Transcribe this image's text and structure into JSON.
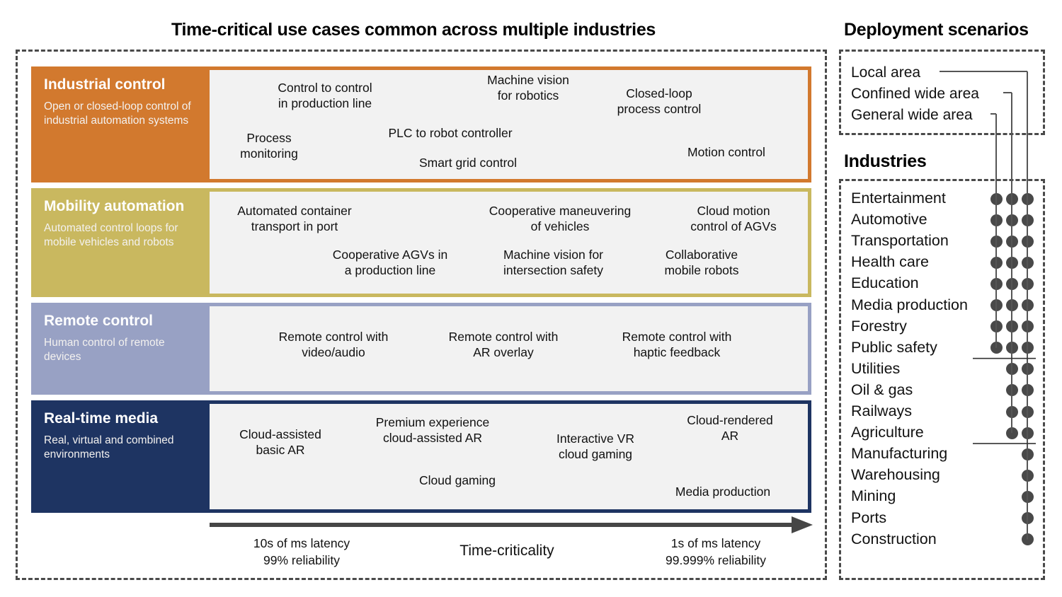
{
  "headings": {
    "left_title": "Time-critical use cases common across multiple industries",
    "deployment_title": "Deployment scenarios",
    "industries_title": "Industries"
  },
  "categories": [
    {
      "id": "industrial",
      "name": "Industrial control",
      "description": "Open or closed-loop control of industrial automation systems",
      "color": "#d2792e",
      "use_cases": [
        "Control to control\nin production line",
        "Machine vision\nfor robotics",
        "Closed-loop\nprocess control",
        "Process\nmonitoring",
        "PLC to robot controller",
        "Smart grid control",
        "Motion control"
      ]
    },
    {
      "id": "mobility",
      "name": "Mobility automation",
      "description": "Automated control loops for mobile vehicles and robots",
      "color": "#c9b85f",
      "use_cases": [
        "Automated container\ntransport in port",
        "Cooperative maneuvering\nof vehicles",
        "Cloud motion\ncontrol of AGVs",
        "Cooperative AGVs in\na production line",
        "Machine vision for\nintersection safety",
        "Collaborative\nmobile robots"
      ]
    },
    {
      "id": "remote",
      "name": "Remote control",
      "description": "Human control of remote devices",
      "color": "#98a1c4",
      "use_cases": [
        "Remote control with\nvideo/audio",
        "Remote control with\nAR overlay",
        "Remote control with\nhaptic feedback"
      ]
    },
    {
      "id": "media",
      "name": "Real-time media",
      "description": "Real, virtual and combined environments",
      "color": "#1e3462",
      "use_cases": [
        "Cloud-assisted\nbasic AR",
        "Premium experience\ncloud-assisted AR",
        "Interactive VR\ncloud gaming",
        "Cloud-rendered\nAR",
        "Cloud gaming",
        "Media production"
      ]
    }
  ],
  "axis": {
    "left_label": "10s of ms latency\n99% reliability",
    "center_label": "Time-criticality",
    "right_label": "1s of ms latency\n99.999% reliability"
  },
  "deployment_scenarios": [
    {
      "label": "Local area",
      "column": 3
    },
    {
      "label": "Confined wide area",
      "column": 2
    },
    {
      "label": "General wide area",
      "column": 1
    }
  ],
  "industries": [
    {
      "label": "Entertainment",
      "dots": [
        1,
        2,
        3
      ]
    },
    {
      "label": "Automotive",
      "dots": [
        1,
        2,
        3
      ]
    },
    {
      "label": "Transportation",
      "dots": [
        1,
        2,
        3
      ]
    },
    {
      "label": "Health care",
      "dots": [
        1,
        2,
        3
      ]
    },
    {
      "label": "Education",
      "dots": [
        1,
        2,
        3
      ]
    },
    {
      "label": "Media production",
      "dots": [
        1,
        2,
        3
      ]
    },
    {
      "label": "Forestry",
      "dots": [
        1,
        2,
        3
      ]
    },
    {
      "label": "Public safety",
      "dots": [
        1,
        2,
        3
      ]
    },
    {
      "label": "Utilities",
      "dots": [
        2,
        3
      ]
    },
    {
      "label": "Oil & gas",
      "dots": [
        2,
        3
      ]
    },
    {
      "label": "Railways",
      "dots": [
        2,
        3
      ]
    },
    {
      "label": "Agriculture",
      "dots": [
        2,
        3
      ]
    },
    {
      "label": "Manufacturing",
      "dots": [
        3
      ]
    },
    {
      "label": "Warehousing",
      "dots": [
        3
      ]
    },
    {
      "label": "Mining",
      "dots": [
        3
      ]
    },
    {
      "label": "Ports",
      "dots": [
        3
      ]
    },
    {
      "label": "Construction",
      "dots": [
        3
      ]
    }
  ],
  "colors": {
    "industrial": "#d2792e",
    "mobility": "#c9b85f",
    "remote": "#98a1c4",
    "media": "#1e3462",
    "panel_bg": "#f2f2f2",
    "dot": "#494949",
    "dashed_border": "#4a4a4a",
    "arrow": "#464646"
  }
}
